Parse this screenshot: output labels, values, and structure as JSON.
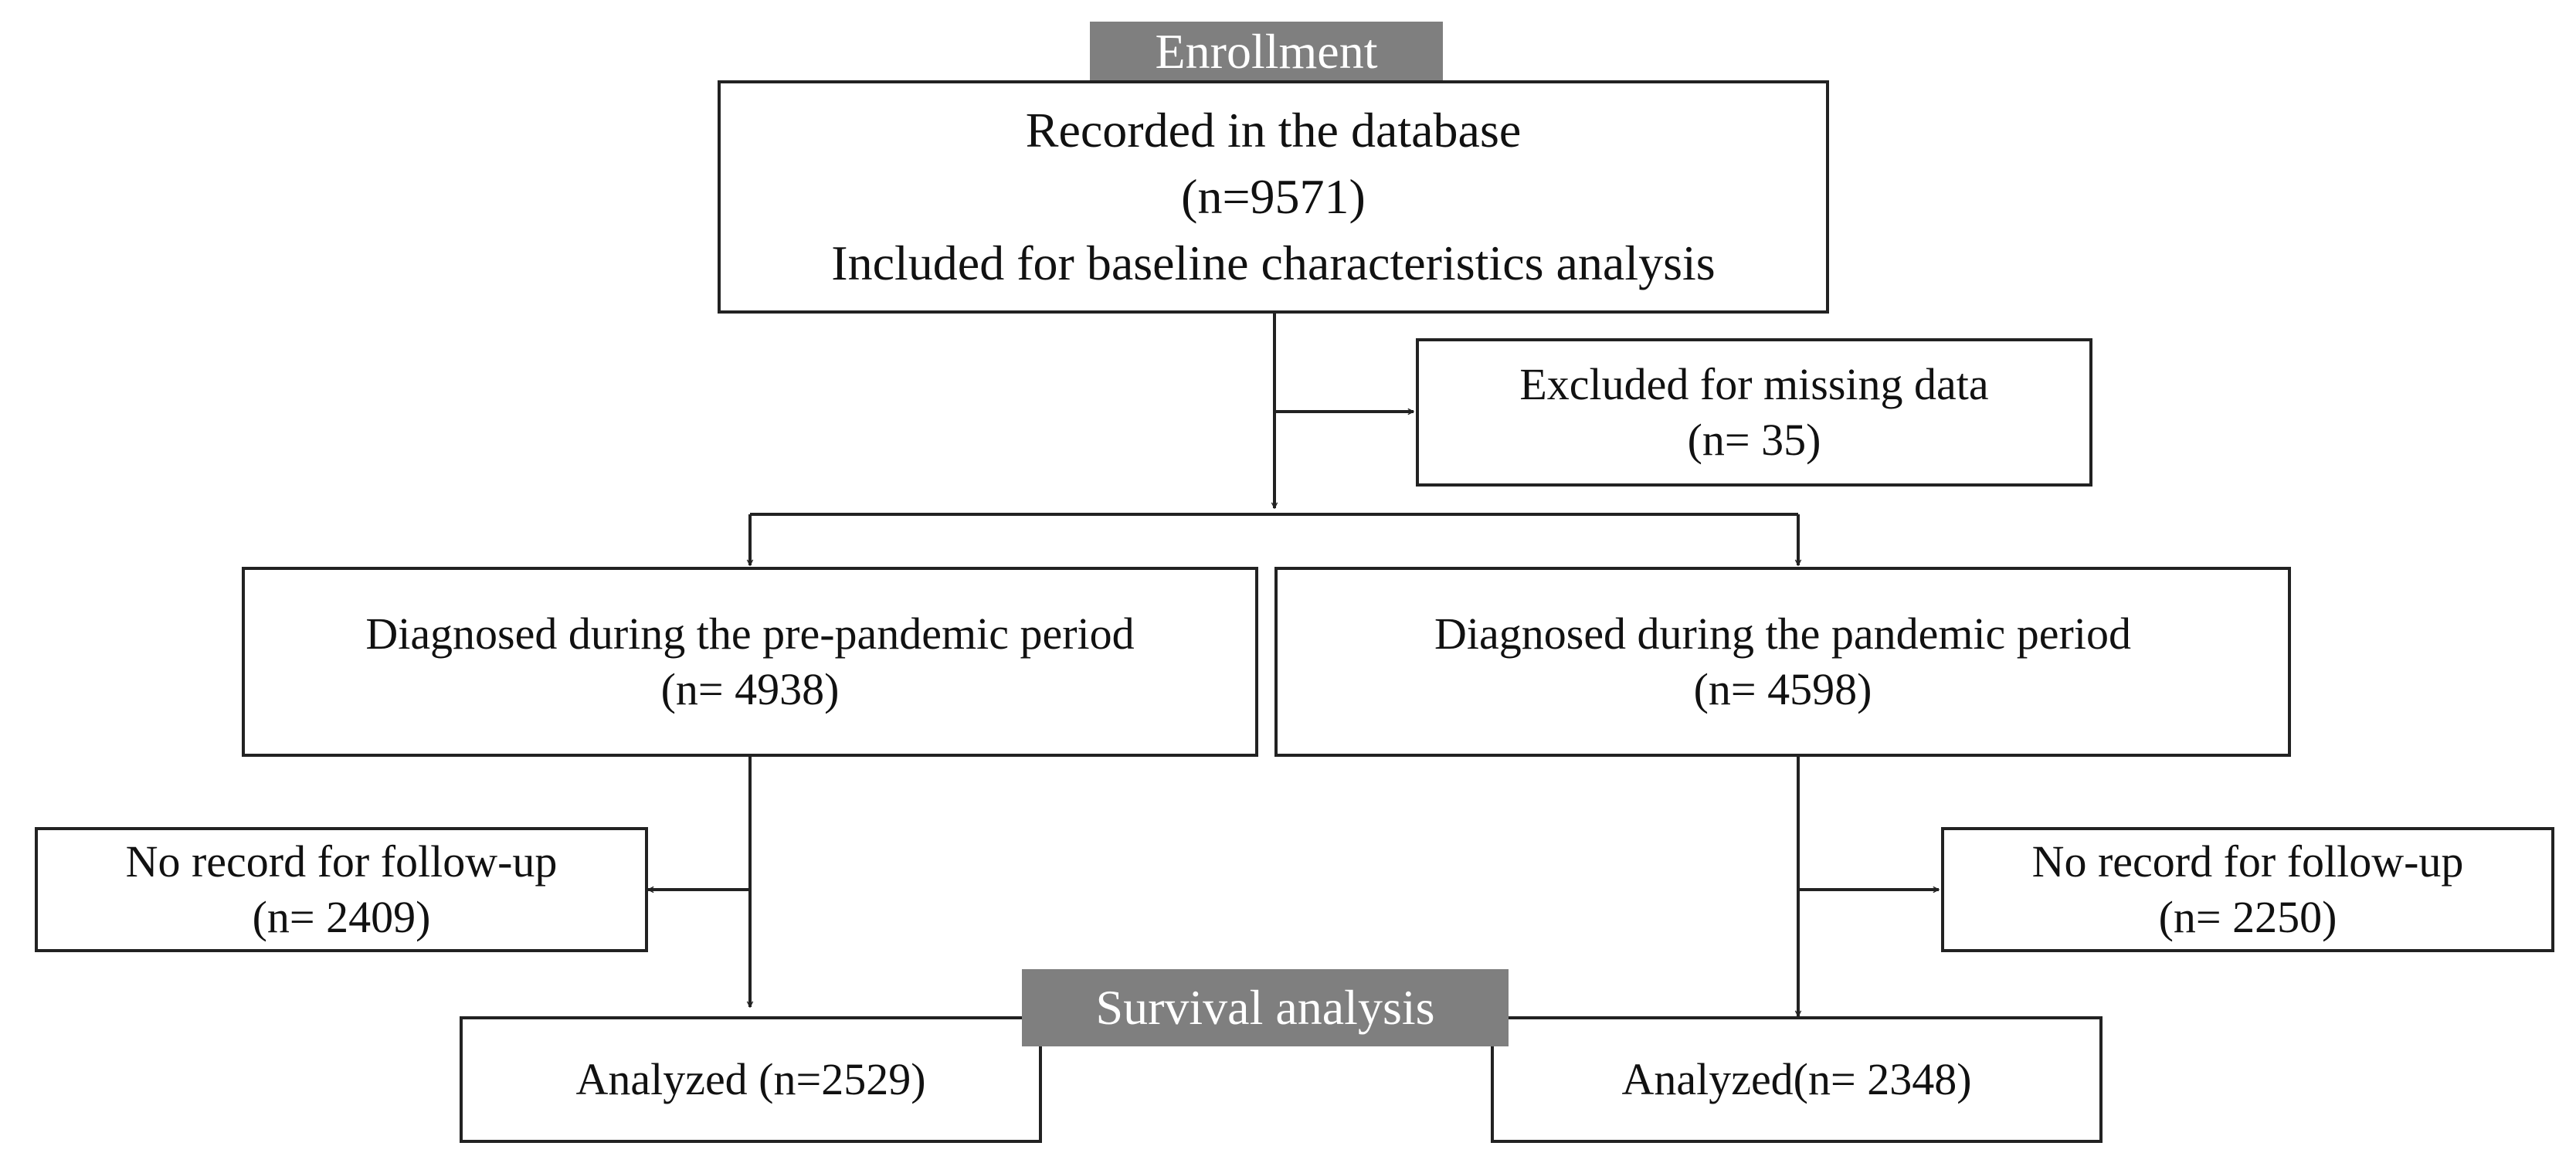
{
  "stages": {
    "enrollment": "Enrollment",
    "survival": "Survival analysis"
  },
  "enrollment_box": {
    "line1": "Recorded in the database",
    "line2": "(n=9571)",
    "line3": "Included for baseline characteristics analysis"
  },
  "excluded_box": {
    "line1": "Excluded for missing data",
    "line2": "(n= 35)"
  },
  "pre_pandemic_box": {
    "line1": "Diagnosed during the  pre-pandemic period",
    "line2": "(n= 4938)"
  },
  "pandemic_box": {
    "line1": "Diagnosed during the pandemic period",
    "line2": "(n= 4598)"
  },
  "no_followup_left": {
    "line1": "No record for follow-up",
    "line2": "(n= 2409)"
  },
  "no_followup_right": {
    "line1": "No record for follow-up",
    "line2": "(n= 2250)"
  },
  "analyzed_left": "Analyzed (n=2529)",
  "analyzed_right": "Analyzed(n= 2348)",
  "colors": {
    "tag_background": "#7f7f7f",
    "border": "#222222",
    "text": "#111111"
  }
}
